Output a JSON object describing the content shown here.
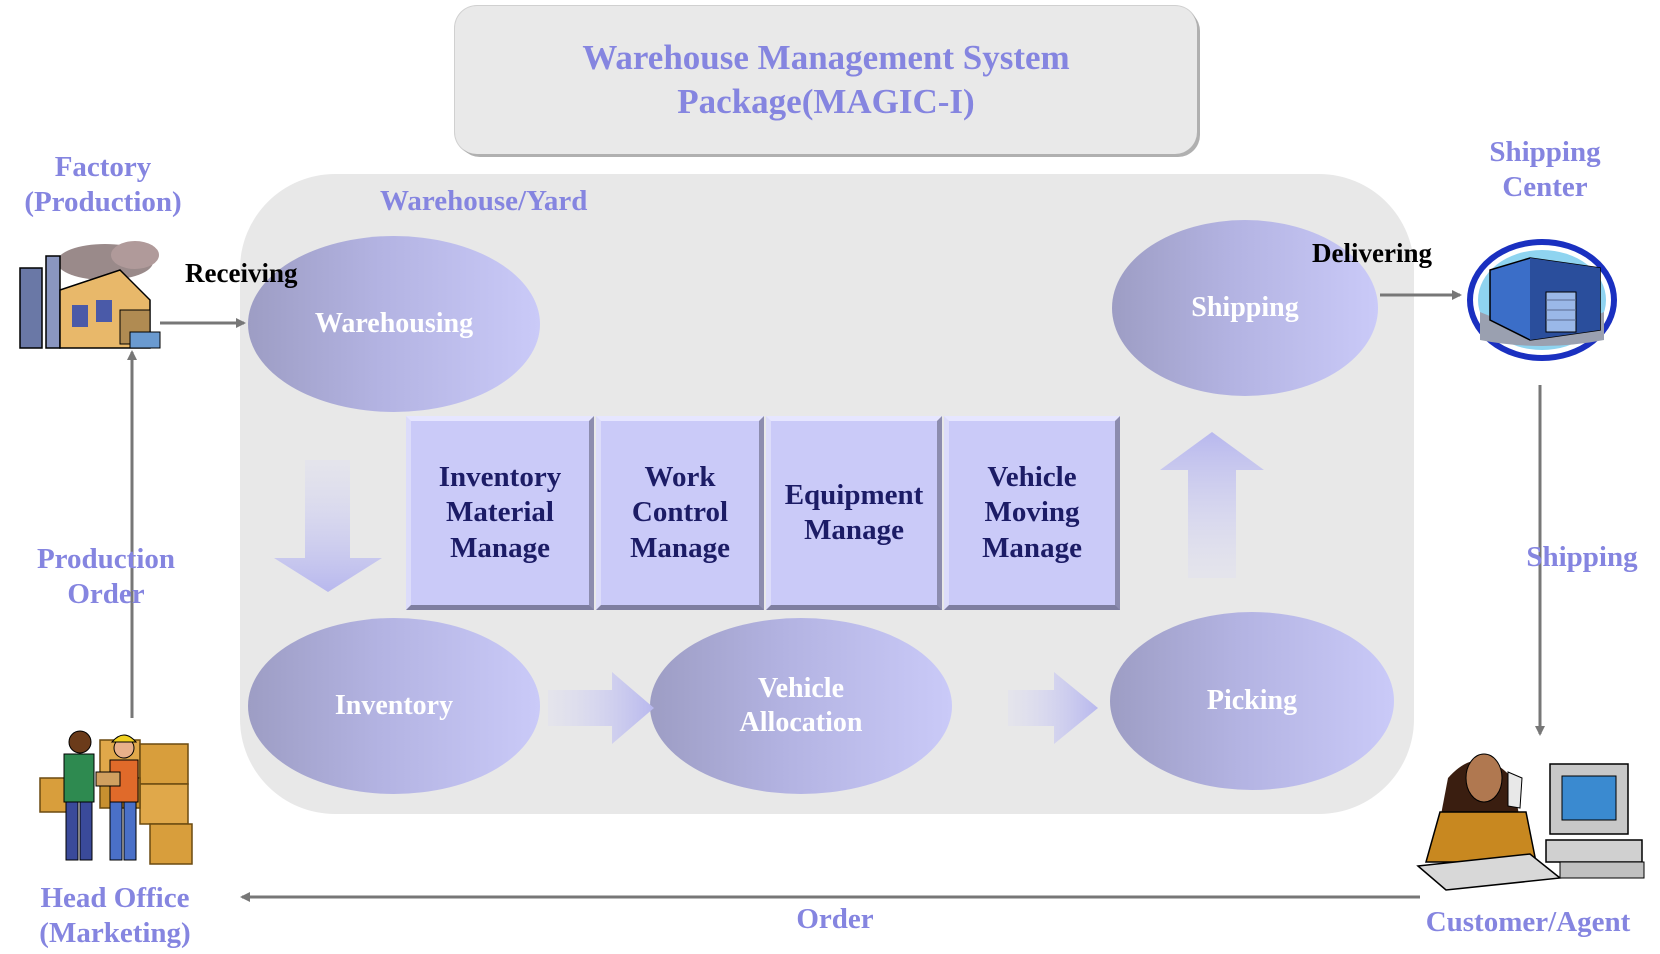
{
  "title": {
    "line1": "Warehouse Management System",
    "line2": "Package(MAGIC-I)"
  },
  "yard_label": "Warehouse/Yard",
  "nodes": {
    "factory": {
      "line1": "Factory",
      "line2": "(Production)"
    },
    "shipping_center": {
      "line1": "Shipping",
      "line2": "Center"
    },
    "head_office": {
      "line1": "Head Office",
      "line2": "(Marketing)"
    },
    "customer": {
      "line1": "Customer/Agent"
    }
  },
  "flows": {
    "receiving": "Receiving",
    "delivering": "Delivering",
    "production_order": {
      "line1": "Production",
      "line2": "Order"
    },
    "shipping": "Shipping",
    "order": "Order"
  },
  "processes": {
    "warehousing": "Warehousing",
    "shipping": "Shipping",
    "inventory": "Inventory",
    "vehicle_allocation": {
      "line1": "Vehicle",
      "line2": "Allocation"
    },
    "picking": "Picking"
  },
  "modules": [
    {
      "line1": "Inventory",
      "line2": "Material",
      "line3": "Manage"
    },
    {
      "line1": "Work",
      "line2": "Control",
      "line3": "Manage"
    },
    {
      "line1": "Equipment",
      "line2": "Manage"
    },
    {
      "line1": "Vehicle",
      "line2": "Moving",
      "line3": "Manage"
    }
  ],
  "icons": [
    "factory-icon",
    "warehouse-building-icon",
    "workers-boxes-icon",
    "customer-phone-computer-icon"
  ],
  "colors": {
    "label": "#8585e0",
    "module_text": "#1c1c66",
    "arrow": "#777777",
    "module_fill": "#cacaf8",
    "yard": "#e8e8e8"
  }
}
